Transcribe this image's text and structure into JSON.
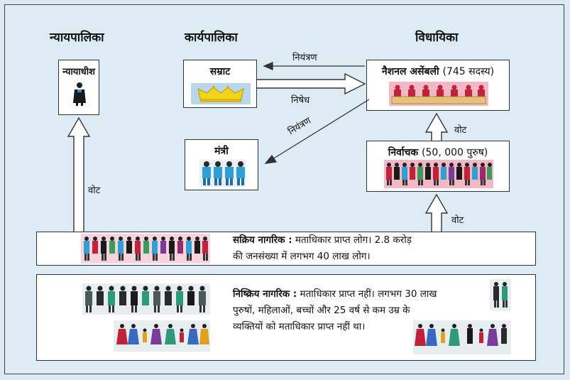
{
  "headings": {
    "judiciary": "न्यायपालिका",
    "executive": "कार्यपालिका",
    "legislature": "विधायिका"
  },
  "boxes": {
    "judge": {
      "title": "न्यायाधीश"
    },
    "emperor": {
      "title": "सम्राट"
    },
    "minister": {
      "title": "मंत्री"
    },
    "assembly": {
      "title": "नैशनल असेंबली",
      "count": "(745 सदस्य)"
    },
    "electors": {
      "title": "निर्वाचक",
      "count": "(50, 000 पुरुष)"
    }
  },
  "arrow_labels": {
    "control_top": "नियंत्रण",
    "veto": "निषेध",
    "control_diagonal": "नियंत्रण",
    "vote_judge": "वोट",
    "vote_assembly": "वोट",
    "vote_electors": "वोट"
  },
  "active_citizens": {
    "heading": "सक्रिय नागरिक :",
    "line1": "मताधिकार प्राप्त लोग। 2.8 करोड़",
    "line2": "की जनसंख्या में लगभग 40 लाख लोग।"
  },
  "passive_citizens": {
    "heading": "निष्क्रिय नागरिक :",
    "line1": "मताधिकार प्राप्त नहीं। लगभग 30 लाख",
    "line2": "पुरुषों, महिलाओं, बच्चों और 25 वर्ष से कम उम्र के",
    "line3": "व्यक्तियों को मताधिकार प्राप्त नहीं था।"
  },
  "colors": {
    "background": "#dcebf3",
    "arrow_stroke": "#333333",
    "crown": "#f2d21b",
    "pink_panel": "#f2b8c6",
    "minister_blue": "#2f9fd4"
  },
  "icons": {
    "crown": "crown-icon",
    "judge": "judge-figure-icon",
    "assembly": "assembly-members-icon",
    "ministers": "ministers-figures-icon",
    "electors": "electors-crowd-icon",
    "active_crowd": "active-citizens-crowd-icon",
    "passive_crowd": "passive-citizens-crowd-icon"
  }
}
